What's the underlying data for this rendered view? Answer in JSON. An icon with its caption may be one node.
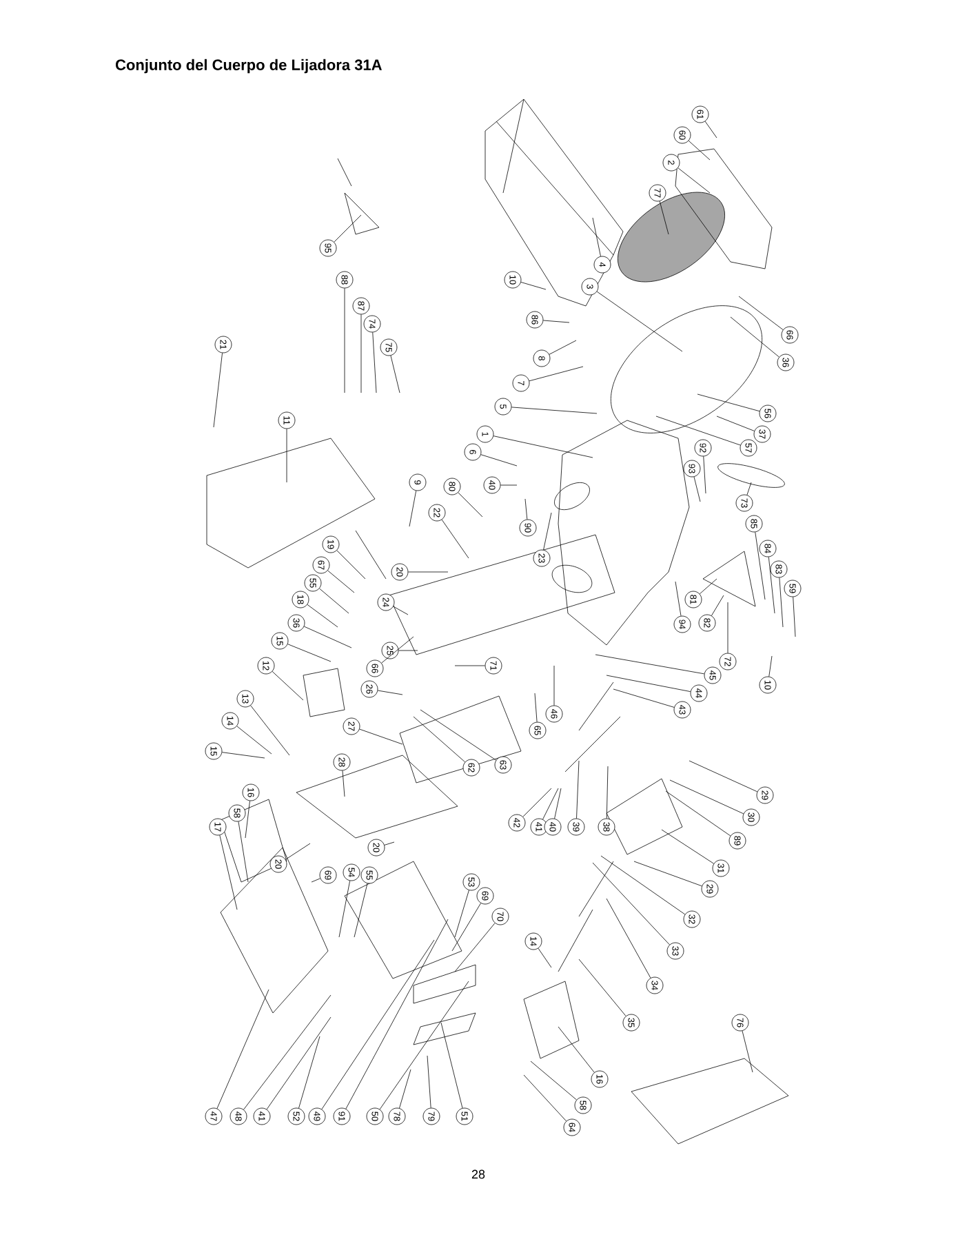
{
  "diagram": {
    "title": "Conjunto del Cuerpo de Lijadora 31A",
    "nodes": [
      {
        "text": [
          "61"
        ]
      },
      {
        "text": [
          "60"
        ]
      },
      {
        "text": [
          "2"
        ]
      },
      {
        "text": [
          "77"
        ]
      },
      {
        "text": [
          "95"
        ]
      },
      {
        "text": [
          "4"
        ]
      },
      {
        "text": [
          "10"
        ]
      },
      {
        "text": [
          "3"
        ]
      },
      {
        "text": [
          "88"
        ]
      },
      {
        "text": [
          "87"
        ]
      },
      {
        "text": [
          "86"
        ]
      },
      {
        "text": [
          "74"
        ]
      },
      {
        "text": [
          "75"
        ]
      },
      {
        "text": [
          "66"
        ]
      },
      {
        "text": [
          "21"
        ]
      },
      {
        "text": [
          "8"
        ]
      },
      {
        "text": [
          "36"
        ]
      },
      {
        "text": [
          "7"
        ]
      },
      {
        "text": [
          "11"
        ]
      },
      {
        "text": [
          "5"
        ]
      },
      {
        "text": [
          "56"
        ]
      },
      {
        "text": [
          "37"
        ]
      },
      {
        "text": [
          "1"
        ]
      },
      {
        "text": [
          "57"
        ]
      },
      {
        "text": [
          "6"
        ]
      },
      {
        "text": [
          "40"
        ]
      },
      {
        "text": [
          "9"
        ]
      },
      {
        "text": [
          "80"
        ]
      },
      {
        "text": [
          "90"
        ]
      },
      {
        "text": [
          "22"
        ]
      },
      {
        "text": [
          "23"
        ]
      },
      {
        "text": [
          "19"
        ]
      },
      {
        "text": [
          "20"
        ]
      },
      {
        "text": [
          "67"
        ]
      },
      {
        "text": [
          "55"
        ]
      },
      {
        "text": [
          "24"
        ]
      },
      {
        "text": [
          "18"
        ]
      },
      {
        "text": [
          "36"
        ]
      },
      {
        "text": [
          "15"
        ]
      },
      {
        "text": [
          "25"
        ]
      },
      {
        "text": [
          "66"
        ]
      },
      {
        "text": [
          "26"
        ]
      },
      {
        "text": [
          "71"
        ]
      },
      {
        "text": [
          "12"
        ]
      },
      {
        "text": [
          "13"
        ]
      },
      {
        "text": [
          "27"
        ]
      },
      {
        "text": [
          "14"
        ]
      },
      {
        "text": [
          "62"
        ]
      },
      {
        "text": [
          "63"
        ]
      },
      {
        "text": [
          "28"
        ]
      },
      {
        "text": [
          "15"
        ]
      },
      {
        "text": [
          "65"
        ]
      },
      {
        "text": [
          "46"
        ]
      },
      {
        "text": [
          "92"
        ]
      },
      {
        "text": [
          "93"
        ]
      },
      {
        "text": [
          "73"
        ]
      },
      {
        "text": [
          "85"
        ]
      },
      {
        "text": [
          "84"
        ]
      },
      {
        "text": [
          "83"
        ]
      },
      {
        "text": [
          "59"
        ]
      },
      {
        "text": [
          "81"
        ]
      },
      {
        "text": [
          "94"
        ]
      },
      {
        "text": [
          "82"
        ]
      },
      {
        "text": [
          "72"
        ]
      },
      {
        "text": [
          "10"
        ]
      },
      {
        "text": [
          "45"
        ]
      },
      {
        "text": [
          "44"
        ]
      },
      {
        "text": [
          "43"
        ]
      },
      {
        "text": [
          "29"
        ]
      },
      {
        "text": [
          "42"
        ]
      },
      {
        "text": [
          "41"
        ]
      },
      {
        "text": [
          "40"
        ]
      },
      {
        "text": [
          "39"
        ]
      },
      {
        "text": [
          "38"
        ]
      },
      {
        "text": [
          "30"
        ]
      },
      {
        "text": [
          "89"
        ]
      },
      {
        "text": [
          "31"
        ]
      },
      {
        "text": [
          "29"
        ]
      },
      {
        "text": [
          "32"
        ]
      },
      {
        "text": [
          "33"
        ]
      },
      {
        "text": [
          "34"
        ]
      },
      {
        "text": [
          "14"
        ]
      },
      {
        "text": [
          "35"
        ]
      },
      {
        "text": [
          "76"
        ]
      },
      {
        "text": [
          "16"
        ]
      },
      {
        "text": [
          "58"
        ]
      },
      {
        "text": [
          "64"
        ]
      },
      {
        "text": [
          "16"
        ]
      },
      {
        "text": [
          "58"
        ]
      },
      {
        "text": [
          "17"
        ]
      },
      {
        "text": [
          "20"
        ]
      },
      {
        "text": [
          "20"
        ]
      },
      {
        "text": [
          "69"
        ]
      },
      {
        "text": [
          "54"
        ]
      },
      {
        "text": [
          "55"
        ]
      },
      {
        "text": [
          "53"
        ]
      },
      {
        "text": [
          "69"
        ]
      },
      {
        "text": [
          "70"
        ]
      },
      {
        "text": [
          "47"
        ]
      },
      {
        "text": [
          "48"
        ]
      },
      {
        "text": [
          "41"
        ]
      },
      {
        "text": [
          "52"
        ]
      },
      {
        "text": [
          "49"
        ]
      },
      {
        "text": [
          "91"
        ]
      },
      {
        "text": [
          "50"
        ]
      },
      {
        "text": [
          "78"
        ]
      },
      {
        "text": [
          "79"
        ]
      },
      {
        "text": [
          "51"
        ]
      }
    ],
    "edges": [
      {
        "from": 0,
        "to": null,
        "arrow": "none"
      },
      {
        "from": 1,
        "to": null,
        "arrow": "none"
      },
      {
        "from": 2,
        "to": null,
        "arrow": "none"
      },
      {
        "from": 3,
        "to": null,
        "arrow": "none"
      },
      {
        "from": 4,
        "to": null,
        "arrow": "none"
      },
      {
        "from": 5,
        "to": null,
        "arrow": "none"
      },
      {
        "from": 6,
        "to": null,
        "arrow": "none"
      },
      {
        "from": 7,
        "to": null,
        "arrow": "none"
      },
      {
        "from": 8,
        "to": null,
        "arrow": "none"
      },
      {
        "from": 9,
        "to": null,
        "arrow": "none"
      },
      {
        "from": 10,
        "to": null,
        "arrow": "none"
      },
      {
        "from": 11,
        "to": null,
        "arrow": "none"
      },
      {
        "from": 12,
        "to": null,
        "arrow": "none"
      },
      {
        "from": 13,
        "to": null,
        "arrow": "none"
      },
      {
        "from": 14,
        "to": null,
        "arrow": "none"
      },
      {
        "from": 15,
        "to": null,
        "arrow": "none"
      },
      {
        "from": 16,
        "to": null,
        "arrow": "none"
      },
      {
        "from": 17,
        "to": null,
        "arrow": "none"
      },
      {
        "from": 18,
        "to": null,
        "arrow": "none"
      },
      {
        "from": 19,
        "to": null,
        "arrow": "none"
      },
      {
        "from": 20,
        "to": null,
        "arrow": "none"
      },
      {
        "from": 21,
        "to": null,
        "arrow": "none"
      },
      {
        "from": 22,
        "to": null,
        "arrow": "none"
      },
      {
        "from": 23,
        "to": null,
        "arrow": "none"
      },
      {
        "from": 24,
        "to": null,
        "arrow": "none"
      },
      {
        "from": 25,
        "to": null,
        "arrow": "none"
      },
      {
        "from": 26,
        "to": null,
        "arrow": "none"
      },
      {
        "from": 27,
        "to": null,
        "arrow": "none"
      },
      {
        "from": 28,
        "to": null,
        "arrow": "none"
      },
      {
        "from": 29,
        "to": null,
        "arrow": "none"
      },
      {
        "from": 30,
        "to": null,
        "arrow": "none"
      },
      {
        "from": 31,
        "to": null,
        "arrow": "none"
      },
      {
        "from": 32,
        "to": null,
        "arrow": "none"
      },
      {
        "from": 33,
        "to": null,
        "arrow": "none"
      },
      {
        "from": 34,
        "to": null,
        "arrow": "none"
      },
      {
        "from": 35,
        "to": null,
        "arrow": "none"
      },
      {
        "from": 36,
        "to": null,
        "arrow": "none"
      },
      {
        "from": 37,
        "to": null,
        "arrow": "none"
      },
      {
        "from": 38,
        "to": null,
        "arrow": "none"
      },
      {
        "from": 39,
        "to": null,
        "arrow": "none"
      },
      {
        "from": 40,
        "to": null,
        "arrow": "none"
      },
      {
        "from": 41,
        "to": null,
        "arrow": "none"
      },
      {
        "from": 42,
        "to": null,
        "arrow": "none"
      },
      {
        "from": 43,
        "to": null,
        "arrow": "none"
      },
      {
        "from": 44,
        "to": null,
        "arrow": "none"
      },
      {
        "from": 45,
        "to": null,
        "arrow": "none"
      },
      {
        "from": 46,
        "to": null,
        "arrow": "none"
      },
      {
        "from": 47,
        "to": null,
        "arrow": "none"
      },
      {
        "from": 48,
        "to": null,
        "arrow": "none"
      },
      {
        "from": 49,
        "to": null,
        "arrow": "none"
      },
      {
        "from": 50,
        "to": null,
        "arrow": "none"
      },
      {
        "from": 51,
        "to": null,
        "arrow": "none"
      },
      {
        "from": 52,
        "to": null,
        "arrow": "none"
      },
      {
        "from": 53,
        "to": null,
        "arrow": "none"
      },
      {
        "from": 54,
        "to": null,
        "arrow": "none"
      },
      {
        "from": 55,
        "to": null,
        "arrow": "none"
      },
      {
        "from": 56,
        "to": null,
        "arrow": "none"
      },
      {
        "from": 57,
        "to": null,
        "arrow": "none"
      },
      {
        "from": 58,
        "to": null,
        "arrow": "none"
      },
      {
        "from": 59,
        "to": null,
        "arrow": "none"
      },
      {
        "from": 60,
        "to": null,
        "arrow": "none"
      },
      {
        "from": 61,
        "to": null,
        "arrow": "none"
      },
      {
        "from": 62,
        "to": null,
        "arrow": "none"
      },
      {
        "from": 63,
        "to": null,
        "arrow": "none"
      },
      {
        "from": 64,
        "to": null,
        "arrow": "none"
      },
      {
        "from": 65,
        "to": null,
        "arrow": "none"
      },
      {
        "from": 66,
        "to": null,
        "arrow": "none"
      },
      {
        "from": 67,
        "to": null,
        "arrow": "none"
      },
      {
        "from": 68,
        "to": null,
        "arrow": "none"
      },
      {
        "from": 69,
        "to": null,
        "arrow": "none"
      },
      {
        "from": 70,
        "to": null,
        "arrow": "none"
      },
      {
        "from": 71,
        "to": null,
        "arrow": "none"
      },
      {
        "from": 72,
        "to": null,
        "arrow": "none"
      },
      {
        "from": 73,
        "to": null,
        "arrow": "none"
      },
      {
        "from": 74,
        "to": null,
        "arrow": "none"
      },
      {
        "from": 75,
        "to": null,
        "arrow": "none"
      },
      {
        "from": 76,
        "to": null,
        "arrow": "none"
      },
      {
        "from": 77,
        "to": null,
        "arrow": "none"
      },
      {
        "from": 78,
        "to": null,
        "arrow": "none"
      },
      {
        "from": 79,
        "to": null,
        "arrow": "none"
      },
      {
        "from": 80,
        "to": null,
        "arrow": "none"
      },
      {
        "from": 81,
        "to": null,
        "arrow": "none"
      },
      {
        "from": 82,
        "to": null,
        "arrow": "none"
      },
      {
        "from": 83,
        "to": null,
        "arrow": "none"
      },
      {
        "from": 84,
        "to": null,
        "arrow": "none"
      },
      {
        "from": 85,
        "to": null,
        "arrow": "none"
      },
      {
        "from": 86,
        "to": null,
        "arrow": "none"
      },
      {
        "from": 87,
        "to": null,
        "arrow": "none"
      },
      {
        "from": 88,
        "to": null,
        "arrow": "none"
      },
      {
        "from": 89,
        "to": null,
        "arrow": "none"
      },
      {
        "from": 90,
        "to": null,
        "arrow": "none"
      },
      {
        "from": 91,
        "to": null,
        "arrow": "none"
      },
      {
        "from": 92,
        "to": null,
        "arrow": "none"
      },
      {
        "from": 93,
        "to": null,
        "arrow": "none"
      },
      {
        "from": 94,
        "to": null,
        "arrow": "none"
      },
      {
        "from": 95,
        "to": null,
        "arrow": "none"
      },
      {
        "from": 96,
        "to": null,
        "arrow": "none"
      },
      {
        "from": 97,
        "to": null,
        "arrow": "none"
      },
      {
        "from": 98,
        "to": null,
        "arrow": "none"
      },
      {
        "from": 99,
        "to": null,
        "arrow": "none"
      },
      {
        "from": 100,
        "to": null,
        "arrow": "none"
      },
      {
        "from": 101,
        "to": null,
        "arrow": "none"
      },
      {
        "from": 102,
        "to": null,
        "arrow": "none"
      },
      {
        "from": 103,
        "to": null,
        "arrow": "none"
      },
      {
        "from": 104,
        "to": null,
        "arrow": "none"
      },
      {
        "from": 105,
        "to": null,
        "arrow": "none"
      },
      {
        "from": 106,
        "to": null,
        "arrow": "none"
      },
      {
        "from": 107,
        "to": null,
        "arrow": "none"
      }
    ],
    "labels": [
      "28"
    ]
  }
}
